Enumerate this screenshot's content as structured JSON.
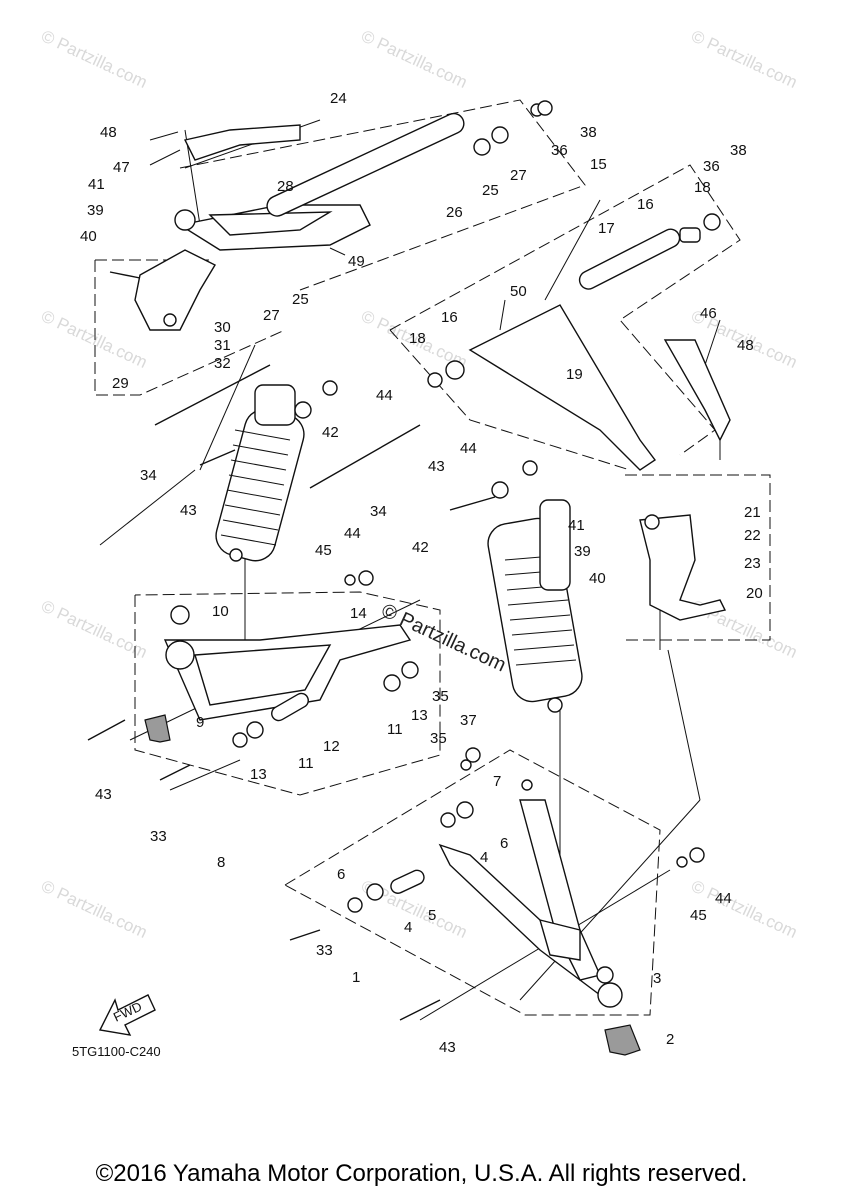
{
  "diagram": {
    "code": "5TG1100-C240",
    "fwd_label": "FWD",
    "watermark": "© Partzilla.com",
    "watermark_center": "© Partzilla.com"
  },
  "copyright": "©2016 Yamaha Motor Corporation, U.S.A. All rights reserved.",
  "callouts": [
    "1",
    "2",
    "3",
    "4",
    "5",
    "6",
    "7",
    "8",
    "9",
    "10",
    "11",
    "12",
    "13",
    "14",
    "15",
    "16",
    "17",
    "18",
    "19",
    "20",
    "21",
    "22",
    "23",
    "24",
    "25",
    "26",
    "27",
    "28",
    "29",
    "30",
    "31",
    "32",
    "33",
    "34",
    "35",
    "36",
    "37",
    "38",
    "39",
    "40",
    "41",
    "42",
    "43",
    "44",
    "45",
    "46",
    "47",
    "48",
    "49",
    "50"
  ]
}
